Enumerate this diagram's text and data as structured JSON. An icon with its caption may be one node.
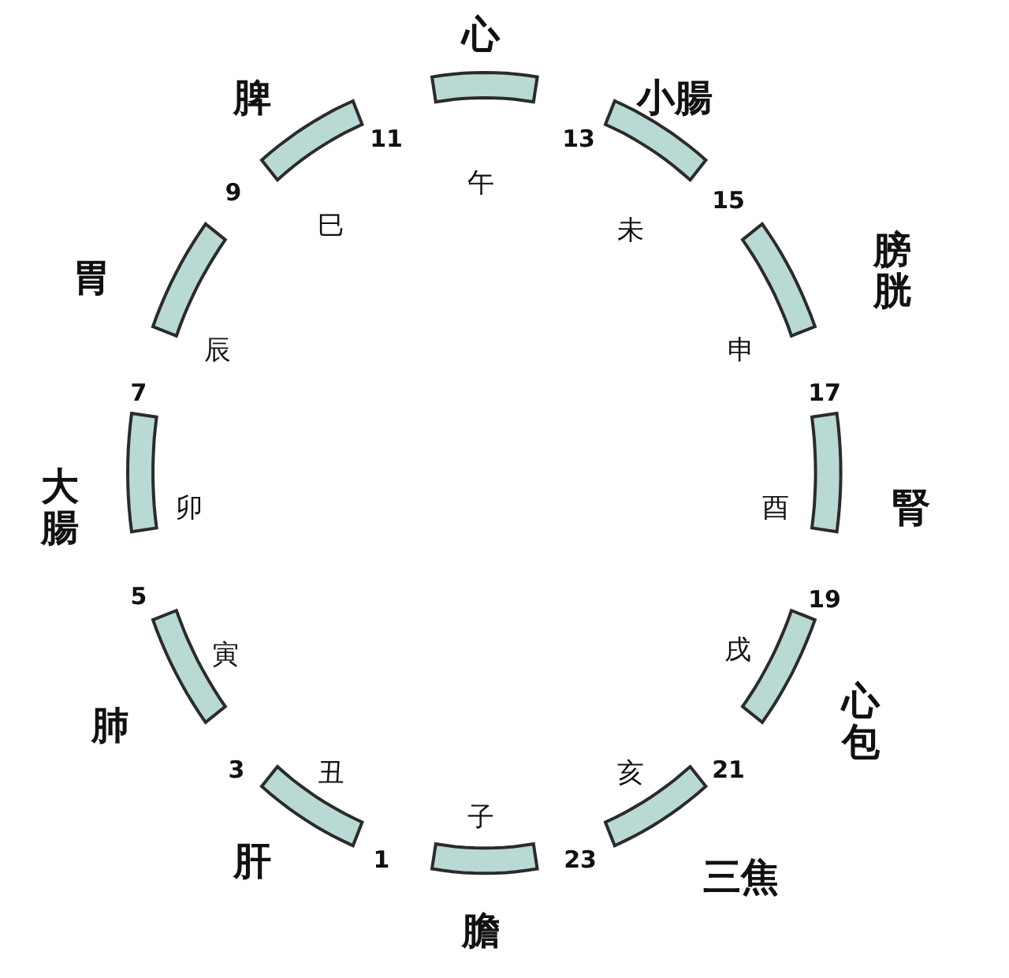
{
  "diagram": {
    "nodes": [
      {
        "text": [
          "心",
          "午"
        ]
      },
      {
        "text": [
          "小腸",
          "未"
        ]
      },
      {
        "text": [
          "膀胱",
          "申"
        ]
      },
      {
        "text": [
          "酉",
          "腎"
        ]
      },
      {
        "text": [
          "心包",
          "戌"
        ]
      },
      {
        "text": [
          "三焦",
          "亥"
        ]
      },
      {
        "text": [
          "子",
          "膽"
        ]
      },
      {
        "text": [
          "肝",
          "丑"
        ]
      },
      {
        "text": [
          "肺",
          "寅"
        ]
      },
      {
        "text": [
          "大腸",
          "卯"
        ]
      },
      {
        "text": [
          "胃",
          "辰"
        ]
      },
      {
        "text": [
          "脾",
          "巳"
        ]
      }
    ],
    "labels": [
      "11",
      "13",
      "15",
      "17",
      "19",
      "21",
      "23",
      "1",
      "3",
      "5",
      "7",
      "9"
    ]
  }
}
